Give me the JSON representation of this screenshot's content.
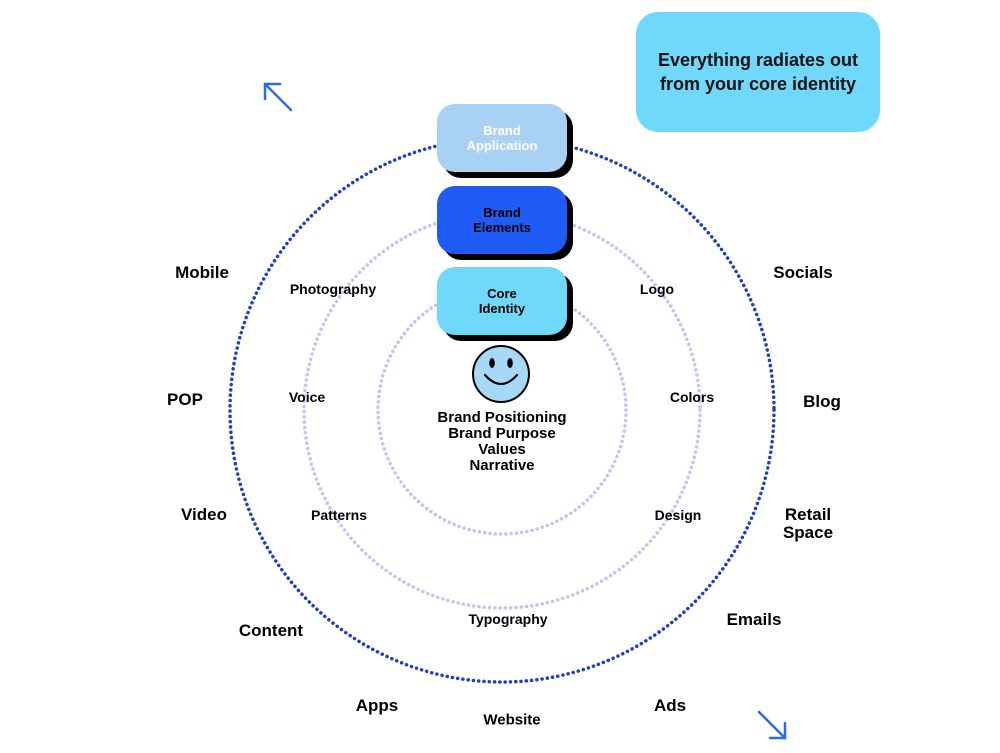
{
  "callout": {
    "line1": "Everything radiates out",
    "line2": "from your core identity"
  },
  "pills": {
    "application": {
      "line1": "Brand",
      "line2": "Application"
    },
    "elements": {
      "line1": "Brand",
      "line2": "Elements"
    },
    "core": {
      "line1": "Core",
      "line2": "Identity"
    }
  },
  "core_values": [
    "Brand Positioning",
    "Brand Purpose",
    "Values",
    "Narrative"
  ],
  "brand_elements": {
    "photography": "Photography",
    "logo": "Logo",
    "voice": "Voice",
    "colors": "Colors",
    "patterns": "Patterns",
    "design": "Design",
    "typography": "Typography"
  },
  "applications": {
    "mobile": "Mobile",
    "socials": "Socials",
    "pop": "POP",
    "blog": "Blog",
    "video": "Video",
    "retail_line1": "Retail",
    "retail_line2": "Space",
    "content": "Content",
    "emails": "Emails",
    "apps": "Apps",
    "ads": "Ads",
    "website": "Website"
  },
  "icons": [
    "smiley-face-icon",
    "arrow-up-left-icon",
    "arrow-down-right-icon"
  ],
  "colors": {
    "outer_ring": "#1f3fbf",
    "inner_rings": "#c9c2f0",
    "application_pill": "#a8d1f3",
    "elements_pill": "#1f5cf5",
    "core_pill": "#6fd8fb",
    "callout": "#6fd8fb",
    "arrows": "#2a6de8"
  }
}
